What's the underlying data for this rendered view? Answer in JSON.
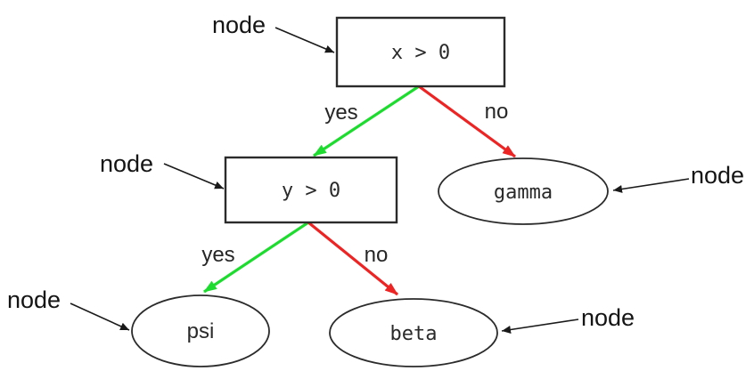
{
  "diagram": {
    "type": "decision-tree",
    "nodes": [
      {
        "id": "root",
        "shape": "rect",
        "label": "x > 0"
      },
      {
        "id": "y-test",
        "shape": "rect",
        "label": "y > 0"
      },
      {
        "id": "gamma",
        "shape": "ellipse",
        "label": "gamma"
      },
      {
        "id": "psi",
        "shape": "ellipse",
        "label": "psi"
      },
      {
        "id": "beta",
        "shape": "ellipse",
        "label": "beta"
      }
    ],
    "edges": [
      {
        "from": "x > 0",
        "to": "y > 0",
        "label": "yes",
        "color_key": "yes_edge"
      },
      {
        "from": "x > 0",
        "to": "gamma",
        "label": "no",
        "color_key": "no_edge"
      },
      {
        "from": "y > 0",
        "to": "psi",
        "label": "yes",
        "color_key": "yes_edge"
      },
      {
        "from": "y > 0",
        "to": "beta",
        "label": "no",
        "color_key": "no_edge"
      }
    ],
    "annotations": {
      "labels": [
        "node",
        "node",
        "node",
        "node",
        "node"
      ]
    }
  },
  "colors": {
    "yes_edge": "#1EDC2F",
    "no_edge": "#ED2424",
    "node_outline": "#2b2b2b",
    "annotation": "#1a1a1a",
    "background": "#ffffff"
  }
}
